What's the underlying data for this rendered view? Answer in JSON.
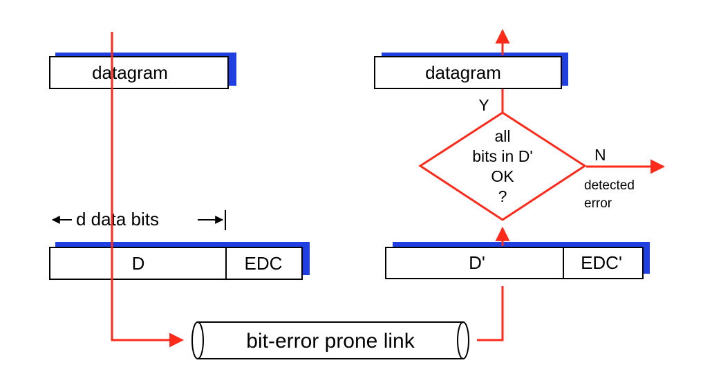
{
  "sender": {
    "datagram_label": "datagram",
    "data_bits_label": "d data bits",
    "data_field_label": "D",
    "edc_field_label": "EDC"
  },
  "receiver": {
    "datagram_label": "datagram",
    "yes_label": "Y",
    "no_label": "N",
    "decision_lines": [
      "all",
      "bits in D'",
      "OK",
      "?"
    ],
    "detected_error_lines": [
      "detected",
      "error"
    ],
    "data_field_label": "D'",
    "edc_field_label": "EDC'"
  },
  "link": {
    "label": "bit-error prone link"
  },
  "colors": {
    "flow": "#ff2a1a",
    "shadow": "#1f3fe0",
    "box_stroke": "#000000",
    "background": "#ffffff"
  }
}
